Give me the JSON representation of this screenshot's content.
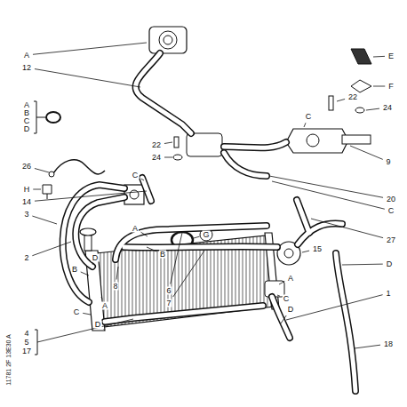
{
  "diagram": {
    "labels": [
      "A",
      "E",
      "12",
      "F",
      "22",
      "A",
      "B",
      "C",
      "D",
      "24",
      "C",
      "22",
      "24",
      "9",
      "26",
      "C",
      "H",
      "20",
      "14",
      "C",
      "3",
      "A",
      "G",
      "27",
      "15",
      "B",
      "2",
      "D",
      "D",
      "B",
      "A",
      "8",
      "6",
      "1",
      "C",
      "7",
      "A",
      "D",
      "C",
      "D",
      "4",
      "5",
      "17",
      "18",
      "11781 2F 13E30 A"
    ]
  }
}
